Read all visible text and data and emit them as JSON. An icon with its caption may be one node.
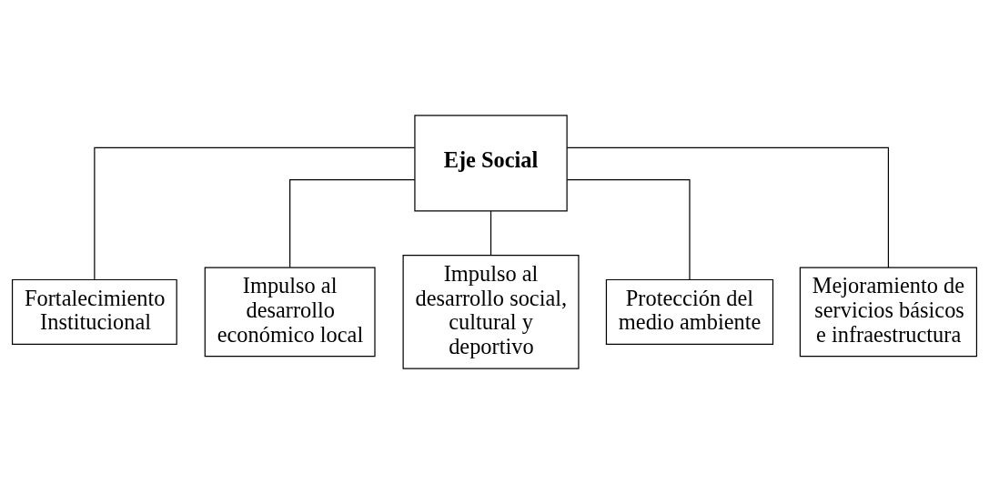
{
  "diagram": {
    "nodes": [
      {
        "text": [
          "Eje Social"
        ]
      },
      {
        "text": [
          "Fortalecimiento Institucional"
        ]
      },
      {
        "text": [
          "Impulso al desarrollo económico local"
        ]
      },
      {
        "text": [
          "Impulso al desarrollo social, cultural y deportivo"
        ]
      },
      {
        "text": [
          "Protección del medio ambiente"
        ]
      },
      {
        "text": [
          "Mejoramiento de servicios básicos e infraestructura"
        ]
      }
    ],
    "edges": [
      {
        "from": 0,
        "to": 1,
        "arrow": "none"
      },
      {
        "from": 0,
        "to": 2,
        "arrow": "none"
      },
      {
        "from": 0,
        "to": 3,
        "arrow": "none"
      },
      {
        "from": 0,
        "to": 4,
        "arrow": "none"
      },
      {
        "from": 0,
        "to": 5,
        "arrow": "none"
      }
    ]
  }
}
